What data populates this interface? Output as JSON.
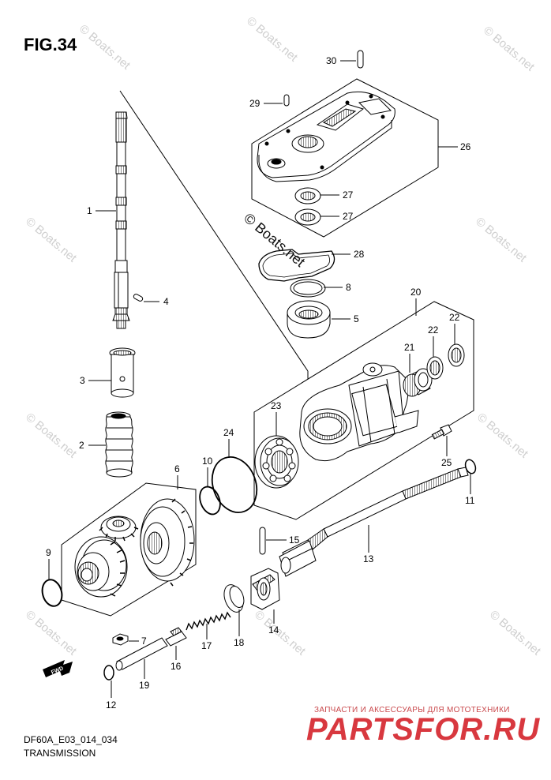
{
  "figure": {
    "title": "FIG.34",
    "code": "DF60A_E03_014_034",
    "caption": "TRANSMISSION"
  },
  "watermark": {
    "text": "© Boats.net",
    "main_text": "© Boats.net"
  },
  "shop": {
    "subtitle": "ЗАПЧАСТИ И АКСЕССУАРЫ ДЛЯ МОТОТЕХНИКИ",
    "logo": "PARTSFOR.RU",
    "color": "#d8383f"
  },
  "direction_marker": {
    "text": "FWD"
  },
  "callouts": {
    "c1": "1",
    "c2": "2",
    "c3": "3",
    "c4": "4",
    "c5": "5",
    "c6": "6",
    "c7": "7",
    "c8": "8",
    "c9": "9",
    "c10": "10",
    "c11": "11",
    "c12": "12",
    "c13": "13",
    "c14": "14",
    "c15": "15",
    "c16": "16",
    "c17": "17",
    "c18": "18",
    "c19": "19",
    "c20": "20",
    "c21": "21",
    "c22a": "22",
    "c22b": "22",
    "c23": "23",
    "c24": "24",
    "c25": "25",
    "c26": "26",
    "c27a": "27",
    "c27b": "27",
    "c28": "28",
    "c29": "29",
    "c30": "30"
  }
}
